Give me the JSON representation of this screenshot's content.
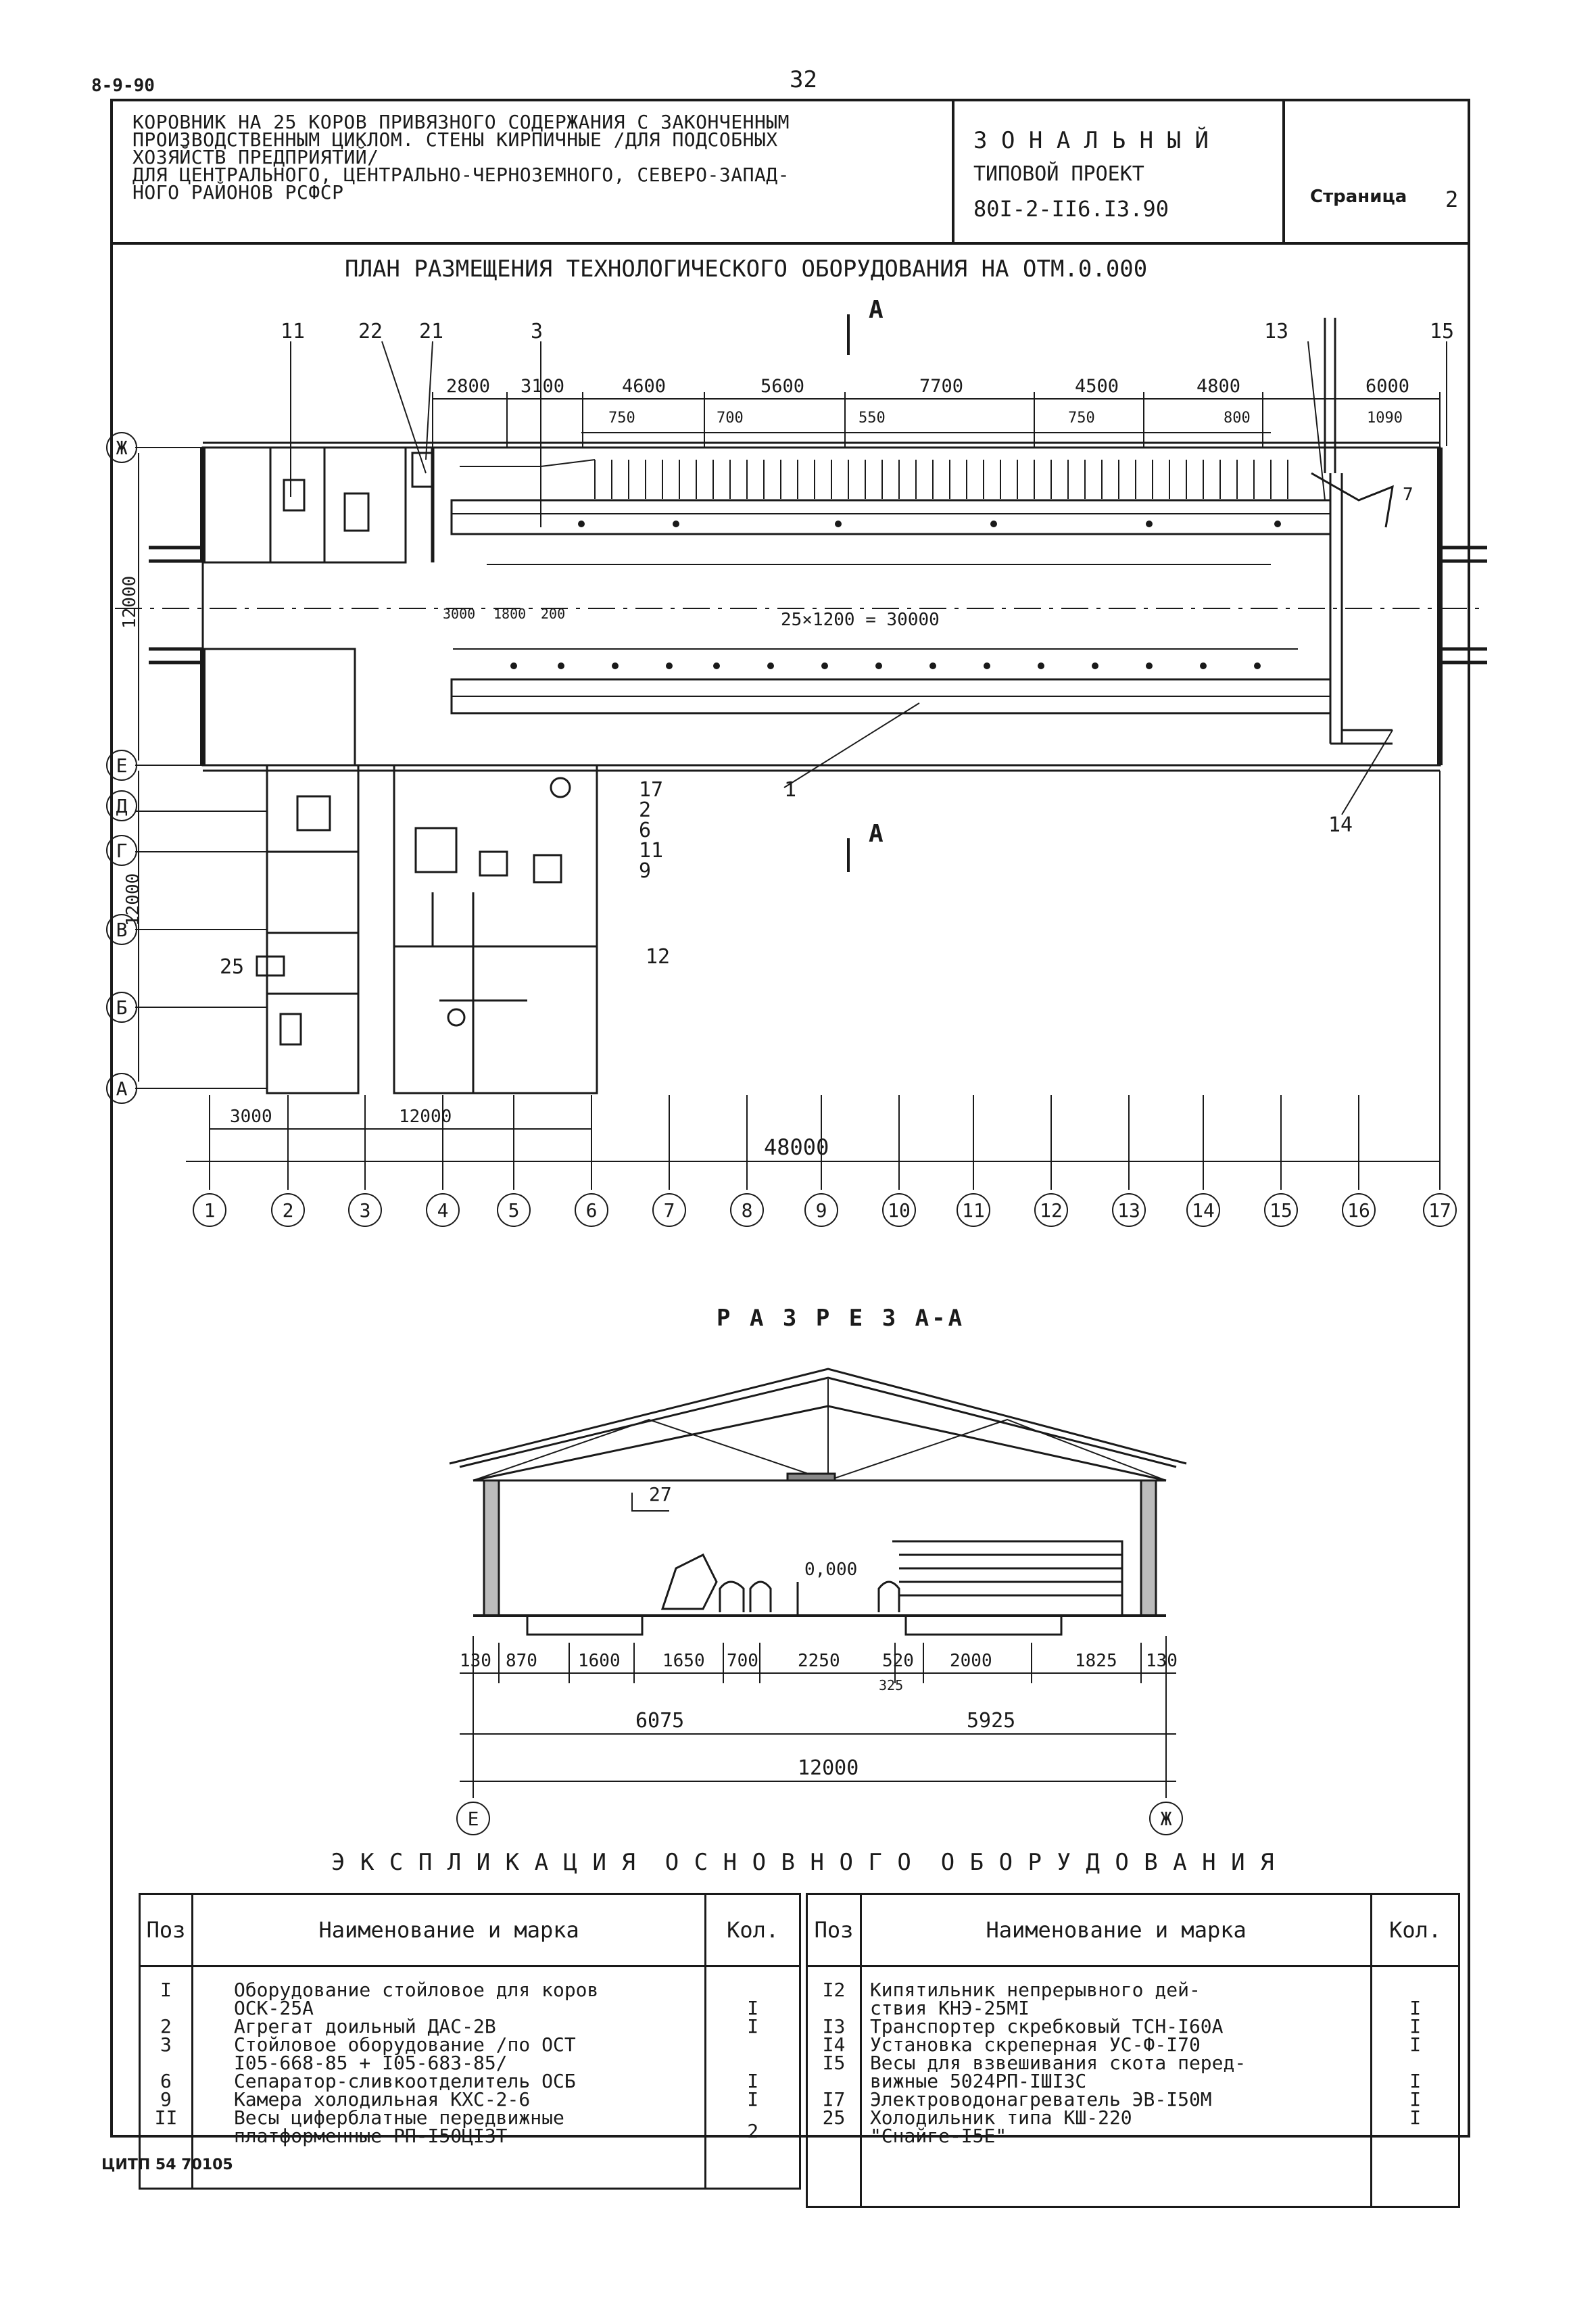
{
  "header": {
    "date_code": "8-9-90",
    "page_number": "32",
    "title_lines": [
      "КОРОВНИК НА 25 КОРОВ ПРИВЯЗНОГО СОДЕРЖАНИЯ С ЗАКОНЧЕННЫМ",
      "ПРОИЗВОДСТВЕННЫМ ЦИКЛОМ. СТЕНЫ КИРПИЧНЫЕ /ДЛЯ ПОДСОБНЫХ",
      "ХОЗЯЙСТВ ПРЕДПРИЯТИЙ/",
      "ДЛЯ ЦЕНТРАЛЬНОГО, ЦЕНТРАЛЬНО-ЧЕРНОЗЕМНОГО, СЕВЕРО-ЗАПАД-",
      "НОГО РАЙОНОВ РСФСР"
    ],
    "zonal": "З О Н А Л Ь Н Ы Й",
    "project_type": "ТИПОВОЙ ПРОЕКТ",
    "project_code": "80I-2-II6.I3.90",
    "page_label": "Страница",
    "page_value": "2"
  },
  "plan": {
    "title": "ПЛАН РАЗМЕЩЕНИЯ ТЕХНОЛОГИЧЕСКОГО ОБОРУДОВАНИЯ НА ОТМ.0.000",
    "section_mark": "А",
    "top_dims": [
      "2800",
      "3100",
      "4600",
      "5600",
      "7700",
      "4500",
      "4800",
      "6000"
    ],
    "sub_dims": [
      "750",
      "700",
      "550",
      "750",
      "800",
      "1090"
    ],
    "stall_dims": [
      "3000",
      "1800",
      "200",
      "25×1200 = 30000"
    ],
    "callouts": [
      "11",
      "22",
      "21",
      "3",
      "13",
      "15",
      "17",
      "2",
      "6",
      "11",
      "9",
      "12",
      "1",
      "14",
      "25",
      "7"
    ],
    "row_axes": [
      "Ж",
      "Е",
      "Д",
      "Г",
      "В",
      "Б",
      "А"
    ],
    "side_dims": [
      "12000",
      "12000"
    ],
    "bottom_dims": [
      "3000",
      "12000",
      "48000"
    ],
    "col_axes": [
      "1",
      "2",
      "3",
      "4",
      "5",
      "6",
      "7",
      "8",
      "9",
      "10",
      "11",
      "12",
      "13",
      "14",
      "15",
      "16",
      "17"
    ]
  },
  "section": {
    "title": "Р А З Р Е З  А-А",
    "callout": "27",
    "level": "0,000",
    "dims_row1": [
      "130",
      "870",
      "1600",
      "1650",
      "700",
      "2250",
      "520",
      "2000",
      "1825",
      "130"
    ],
    "dim_small": "325",
    "dims_row2": [
      "6075",
      "5925"
    ],
    "total": "12000",
    "axis_left": "Е",
    "axis_right": "Ж"
  },
  "explication": {
    "title": "Э К С П Л И К А Ц И Я  О С Н О В Н О Г О  О Б О Р У Д О В А Н И Я",
    "col_pos": "Поз",
    "col_name": "Наименование и марка",
    "col_qty": "Кол.",
    "left_rows": [
      {
        "pos": "I",
        "name_lines": [
          "Оборудование стойловое для коров",
          "ОСК-25А"
        ],
        "qty": "I"
      },
      {
        "pos": "2",
        "name_lines": [
          "Агрегат доильный ДАС-2В"
        ],
        "qty": "I"
      },
      {
        "pos": "3",
        "name_lines": [
          "Стойловое оборудование /по ОСТ",
          "I05-668-85 + I05-683-85/"
        ],
        "qty": ""
      },
      {
        "pos": "6",
        "name_lines": [
          "Сепаратор-сливкоотделитель ОСБ"
        ],
        "qty": "I"
      },
      {
        "pos": "9",
        "name_lines": [
          "Камера холодильная КХС-2-6"
        ],
        "qty": "I"
      },
      {
        "pos": "II",
        "name_lines": [
          "Весы циферблатные передвижные",
          "платформенные РП-I50ЦI3Т"
        ],
        "qty": "2"
      }
    ],
    "right_rows": [
      {
        "pos": "I2",
        "name_lines": [
          "Кипятильник непрерывного дей-",
          "ствия КНЭ-25МI"
        ],
        "qty": "I"
      },
      {
        "pos": "I3",
        "name_lines": [
          "Транспортер скребковый ТСН-I60А"
        ],
        "qty": "I"
      },
      {
        "pos": "I4",
        "name_lines": [
          "Установка скреперная УС-Ф-I70"
        ],
        "qty": "I"
      },
      {
        "pos": "I5",
        "name_lines": [
          "Весы для взвешивания скота перед-",
          "вижные 5024РП-IШI3С"
        ],
        "qty": "I"
      },
      {
        "pos": "I7",
        "name_lines": [
          "Электроводонагреватель ЭВ-I50М"
        ],
        "qty": "I"
      },
      {
        "pos": "25",
        "name_lines": [
          "Холодильник типа КШ-220",
          "\"Снайге-I5Е\""
        ],
        "qty": "I"
      }
    ]
  },
  "footer": {
    "stamp": "ЦИТП 54 70105"
  }
}
